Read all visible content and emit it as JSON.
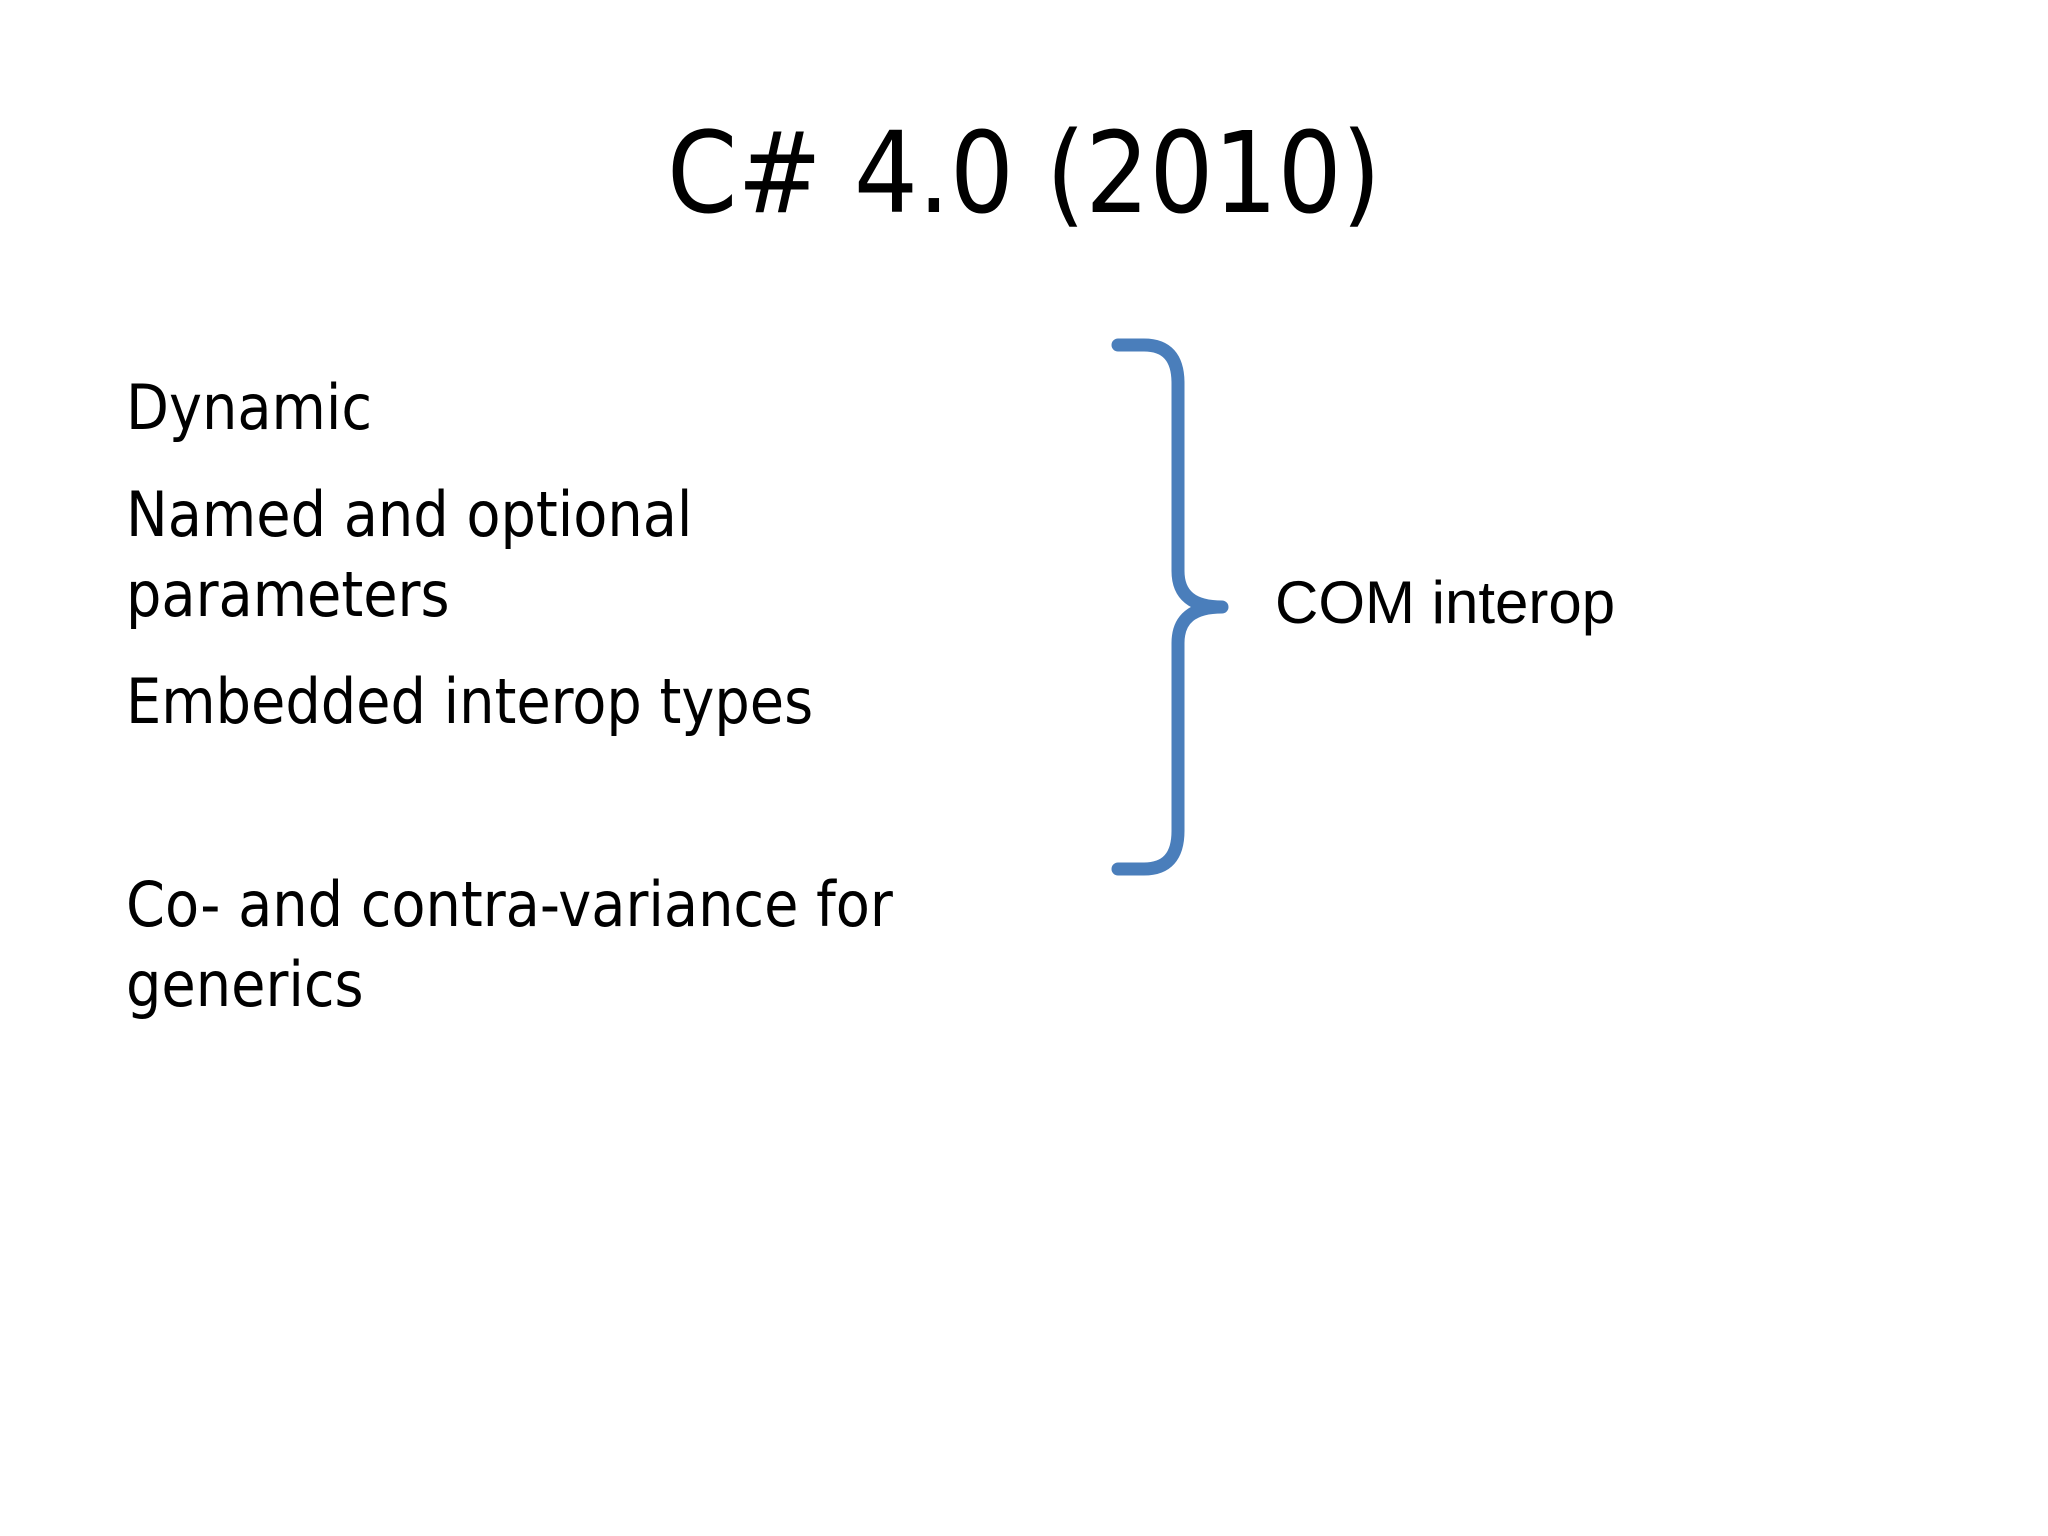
{
  "slide": {
    "background_color": "#ffffff",
    "title": "C# 4.0 (2010)",
    "body_lines": [
      "Dynamic",
      "Named and optional parameters",
      "Embedded interop types",
      "Co- and contra-variance for generics"
    ],
    "text_color": "#000000"
  },
  "callout": {
    "brace_icon": "right-curly-brace-icon",
    "brace_color": "#4a7ebb",
    "label": "COM interop",
    "grouped_lines": [
      "Dynamic",
      "Named and optional parameters",
      "Embedded interop types"
    ]
  }
}
